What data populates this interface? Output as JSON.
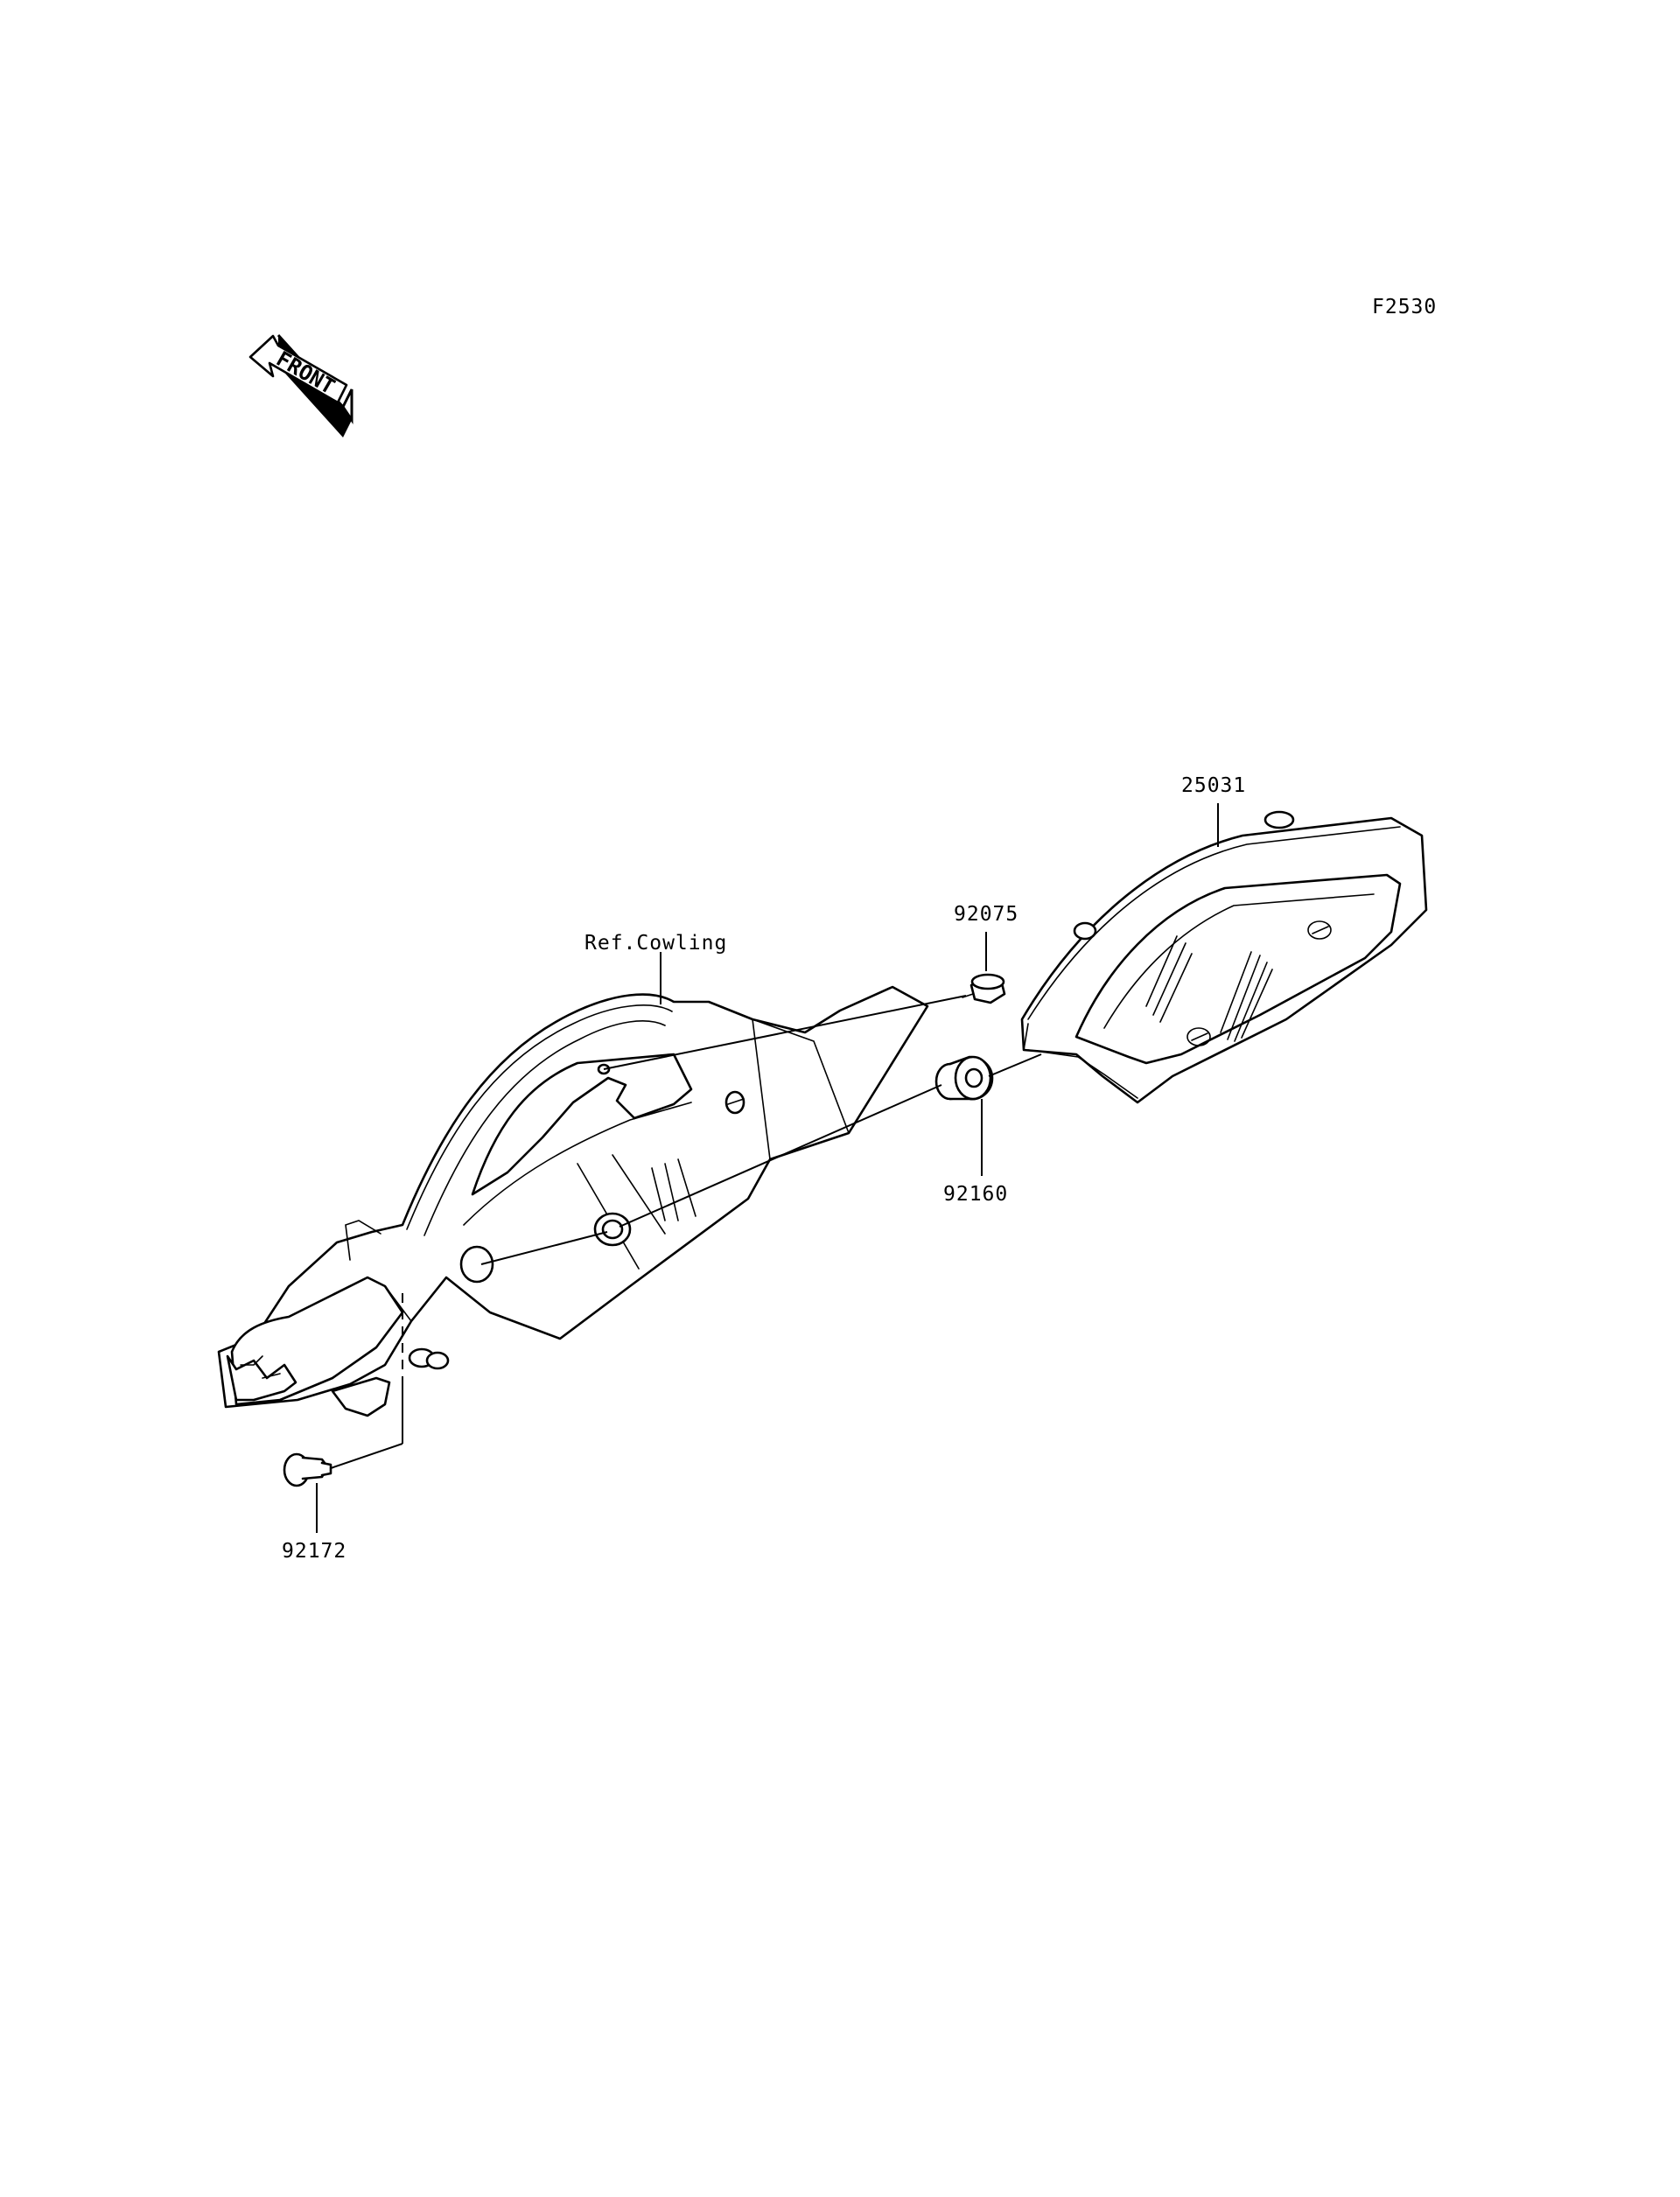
{
  "diagram_code": "F2530",
  "front_arrow": {
    "label": "FRONT",
    "icon": "front-direction-arrow-icon"
  },
  "parts": [
    {
      "id": "p25031",
      "number": "25031",
      "description": ""
    },
    {
      "id": "p92075",
      "number": "92075",
      "description": ""
    },
    {
      "id": "p92160",
      "number": "92160",
      "description": ""
    },
    {
      "id": "p92172",
      "number": "92172",
      "description": ""
    }
  ],
  "reference": {
    "label": "Ref.Cowling"
  },
  "colors": {
    "line": "#000000",
    "background": "#ffffff"
  }
}
